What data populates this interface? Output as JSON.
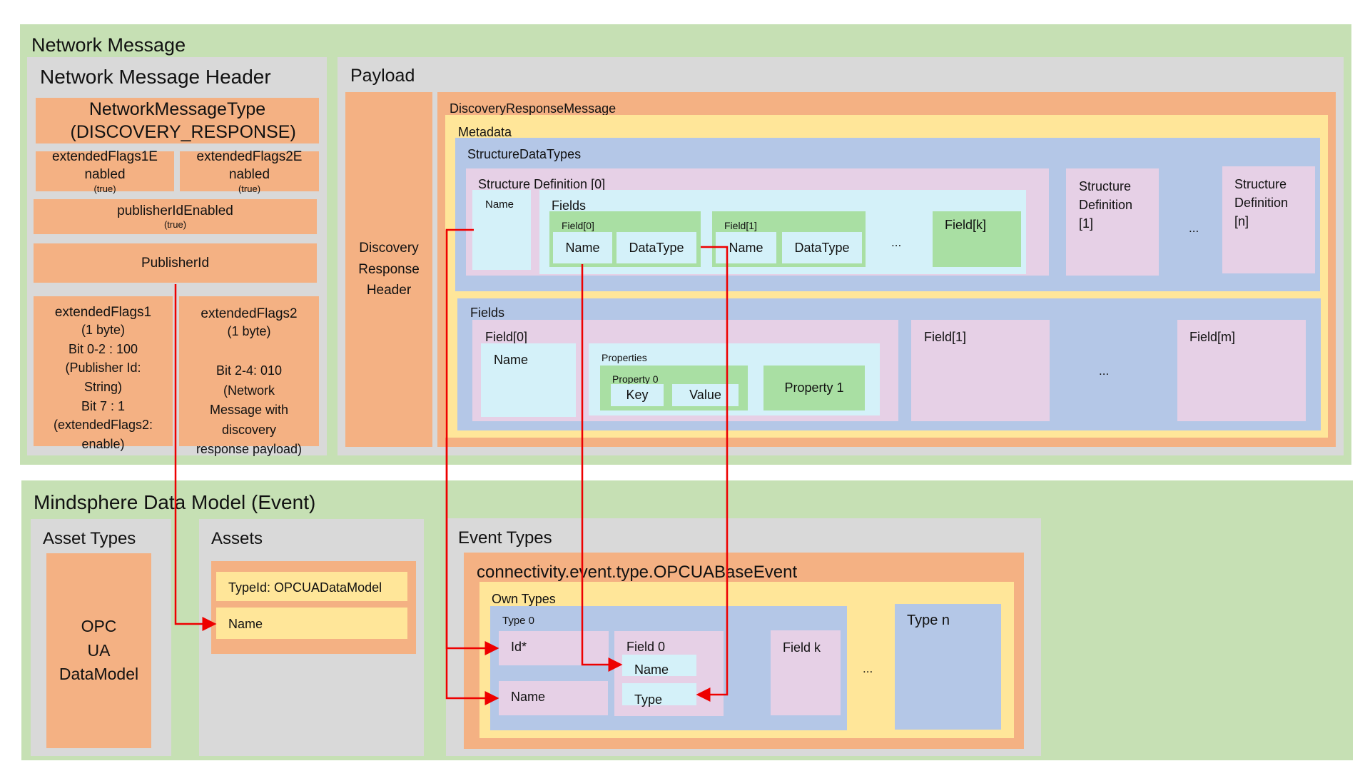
{
  "network_message": {
    "title": "Network Message",
    "header": {
      "title": "Network Message Header",
      "message_type": "NetworkMessageType (DISCOVERY_RESPONSE)",
      "ext_flags1_enabled": "extendedFlags1E nabled",
      "ext_flags2_enabled": "extendedFlags2E nabled",
      "true_note": "(true)",
      "publisher_id_enabled": "publisherIdEnabled",
      "publisher_id": "PublisherId",
      "ext_flags1_title": "extendedFlags1",
      "ext_flags1_body": "(1 byte)\nBit 0-2 : 100\n(Publisher Id:\nString)\nBit 7 : 1\n(extendedFlags2:\nenable)",
      "ext_flags2_title": "extendedFlags2",
      "ext_flags2_body": "(1 byte)\n\nBit 2-4: 010\n(Network\nMessage with\ndiscovery\nresponse payload)"
    },
    "payload": {
      "title": "Payload",
      "discovery_response_header": "Discovery\nResponse\nHeader",
      "drm_title": "DiscoveryResponseMessage",
      "metadata_title": "Metadata",
      "structure_data_types": "StructureDataTypes",
      "struct_def0": "Structure Definition [0]",
      "name": "Name",
      "fields": "Fields",
      "field0": "Field[0]",
      "field1": "Field[1]",
      "fieldk": "Field[k]",
      "datatype": "DataType",
      "ellipsis": "...",
      "struct_def1": "Structure\nDefinition\n[1]",
      "struct_defn": "Structure\nDefinition\n[n]",
      "fields2": "Fields",
      "properties": "Properties",
      "property0": "Property 0",
      "key": "Key",
      "value": "Value",
      "property1": "Property 1",
      "fieldm": "Field[m]"
    }
  },
  "mindsphere": {
    "title": "Mindsphere Data Model (Event)",
    "asset_types_title": "Asset Types",
    "asset_type_box": "OPC\nUA\nDataModel",
    "assets_title": "Assets",
    "type_id": "TypeId: OPCUADataModel",
    "asset_name": "Name",
    "event_types_title": "Event Types",
    "base_event": "connectivity.event.type.OPCUABaseEvent",
    "own_types": "Own Types",
    "type0": "Type 0",
    "id": "Id*",
    "name": "Name",
    "field0": "Field 0",
    "field0_name": "Name",
    "field0_type": "Type",
    "fieldk": "Field k",
    "ellipsis": "...",
    "typen": "Type n"
  },
  "colors": {
    "green": "#c6e0b4",
    "gray": "#d9d9d9",
    "orange": "#f4b183",
    "yellow": "#ffe699",
    "blue": "#b4c7e7",
    "pink": "#e6d0e6",
    "cyan": "#d4f1f9",
    "dark_green": "#a9dfa3",
    "arrow": "#ee0000"
  }
}
